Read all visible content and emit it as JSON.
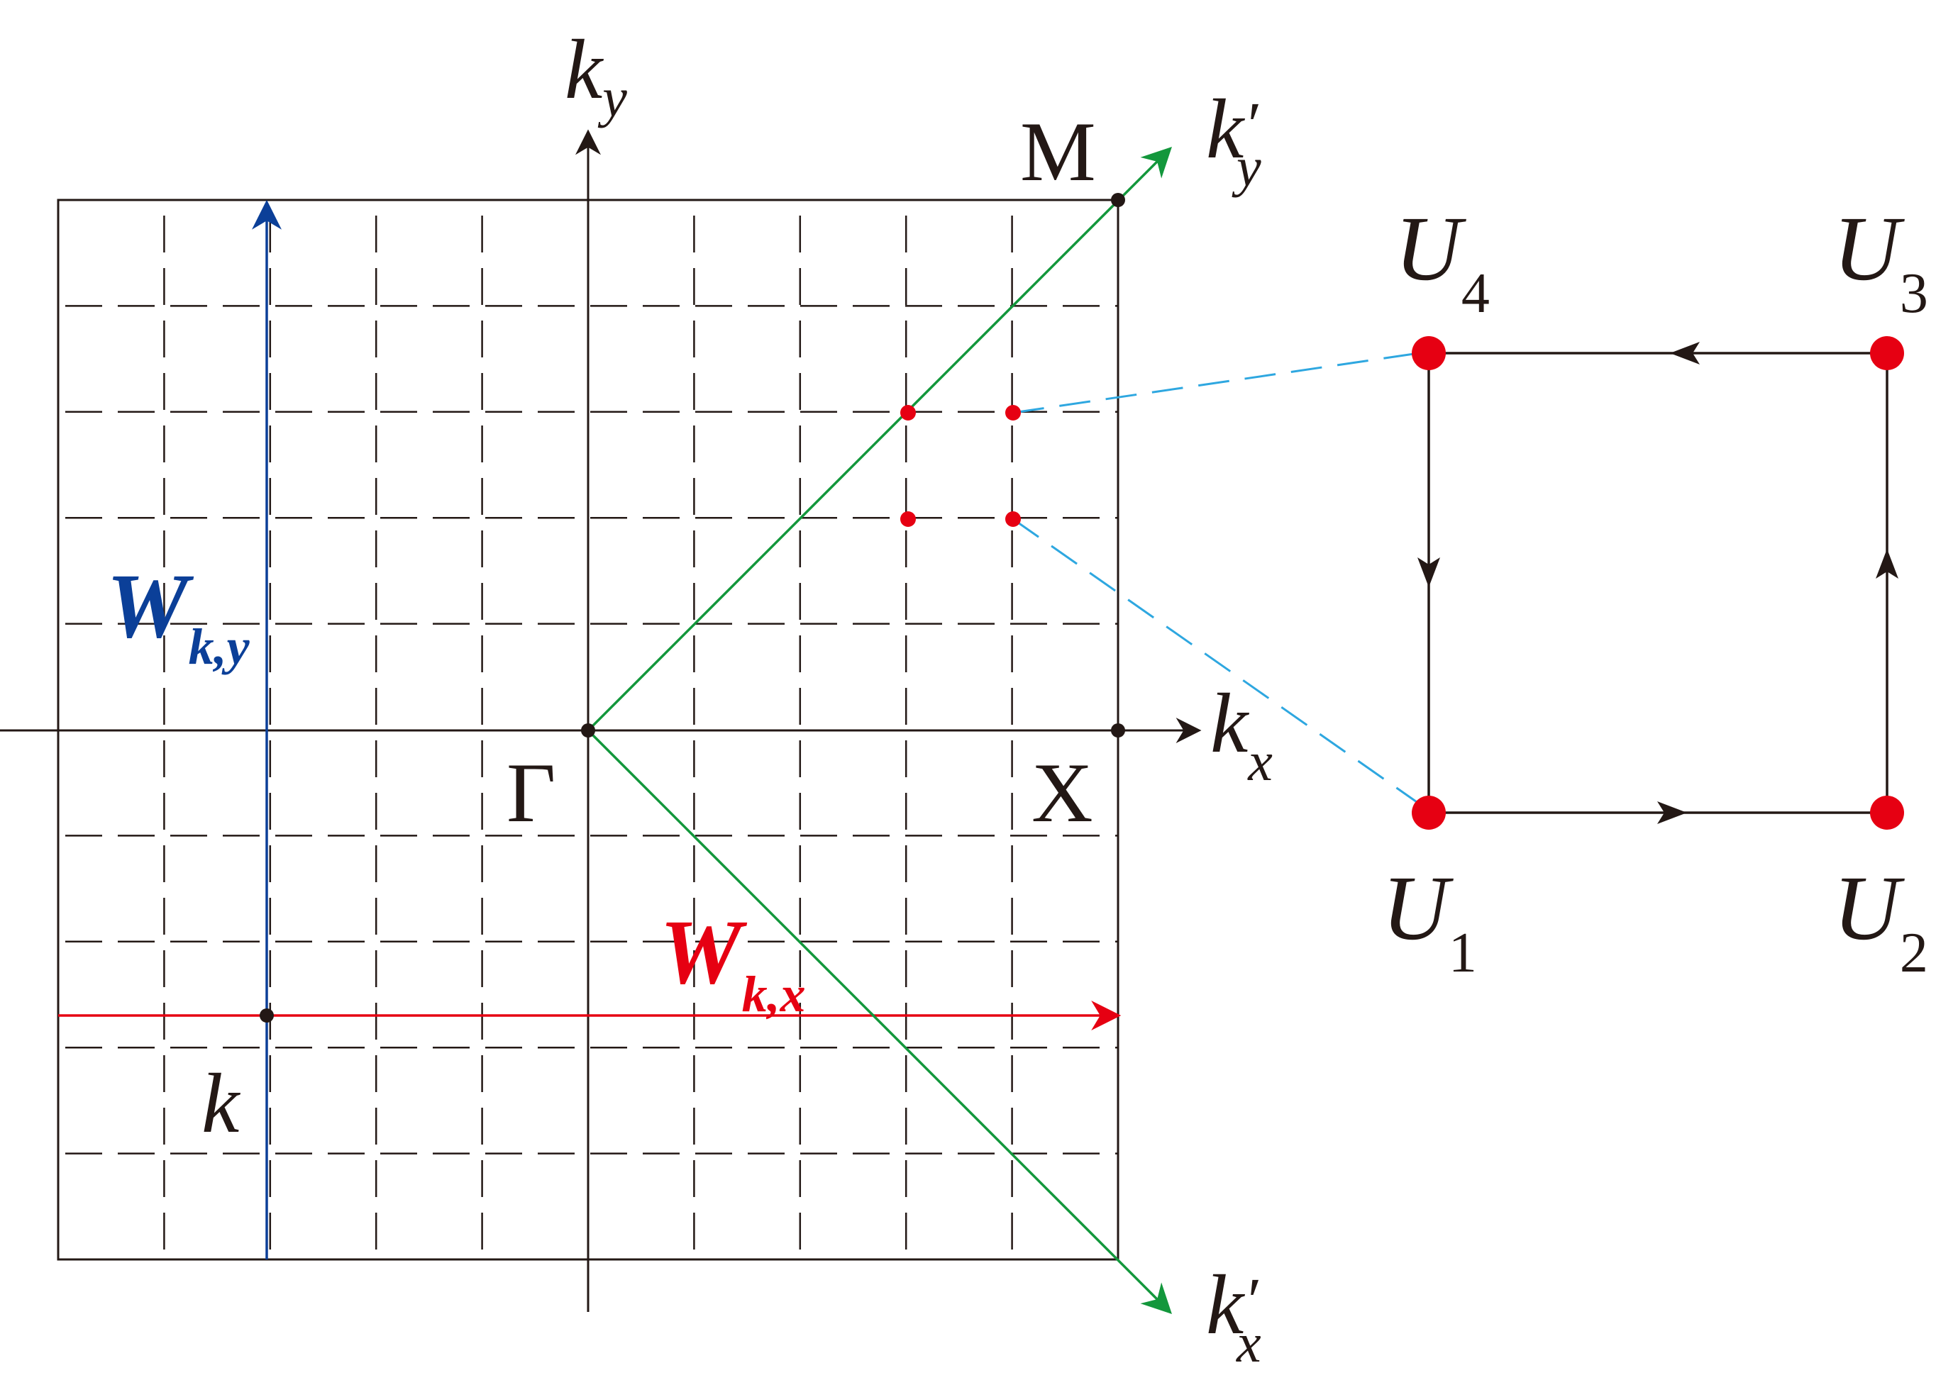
{
  "brillouin_zone": {
    "axes": {
      "kx": {
        "base": "k",
        "sub": "x"
      },
      "ky": {
        "base": "k",
        "sub": "y"
      },
      "kx_prime": {
        "base": "k",
        "prime": "′",
        "sub": "x"
      },
      "ky_prime": {
        "base": "k",
        "prime": "′",
        "sub": "y"
      }
    },
    "points": {
      "gamma": "Γ",
      "x": "X",
      "m": "M",
      "k": "k"
    },
    "wilson_loops": {
      "wky": {
        "base": "W",
        "sub": "k,y",
        "color": "#0b3f98"
      },
      "wkx": {
        "base": "W",
        "sub": "k,x",
        "color": "#e60012"
      }
    },
    "colors": {
      "diagonal": "#13973c",
      "plaquette_points": "#e60012",
      "connector": "#2ea7e0",
      "ink": "#231815"
    }
  },
  "plaquette": {
    "u1": {
      "base": "U",
      "sub": "1"
    },
    "u2": {
      "base": "U",
      "sub": "2"
    },
    "u3": {
      "base": "U",
      "sub": "3"
    },
    "u4": {
      "base": "U",
      "sub": "4"
    },
    "loop_direction": [
      "U1→U2",
      "U2→U3",
      "U3→U4",
      "U4→U1"
    ]
  }
}
